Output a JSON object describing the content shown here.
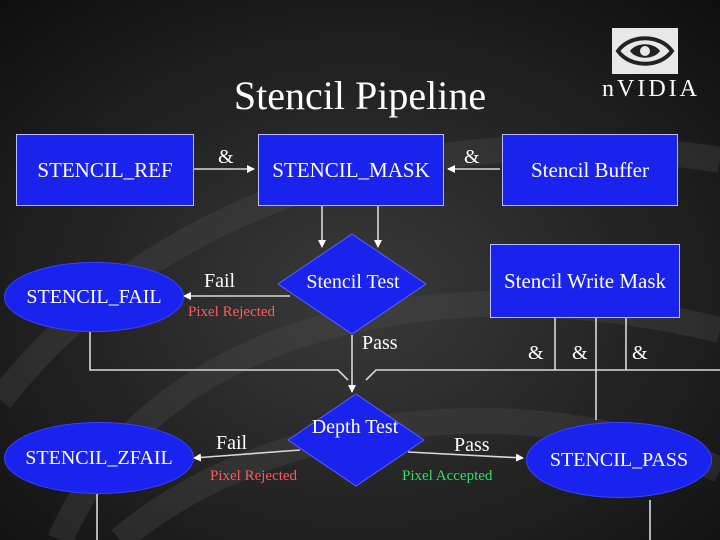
{
  "title": "Stencil Pipeline",
  "logo": {
    "text": "nVIDIA",
    "icon": "nvidia-eye-icon"
  },
  "nodes": {
    "stencil_ref": "STENCIL_REF",
    "stencil_mask": "STENCIL_MASK",
    "stencil_buffer": "Stencil Buffer",
    "stencil_fail": "STENCIL_FAIL",
    "stencil_test": "Stencil Test",
    "stencil_write_mask": "Stencil Write Mask",
    "depth_test": "Depth Test",
    "stencil_zfail": "STENCIL_ZFAIL",
    "stencil_pass": "STENCIL_PASS"
  },
  "labels": {
    "and_ref_mask": "&",
    "and_mask_buffer": "&",
    "stencil_fail": "Fail",
    "stencil_rejected": "Pixel Rejected",
    "stencil_pass": "Pass",
    "and_1": "&",
    "and_2": "&",
    "and_3": "&",
    "depth_fail": "Fail",
    "depth_rejected": "Pixel Rejected",
    "depth_pass": "Pass",
    "depth_accepted": "Pixel Accepted"
  },
  "colors": {
    "node_fill": "#1a22ee",
    "wire": "#d8d8d8",
    "rejected_text": "#ff5a5a",
    "accepted_text": "#33dd66",
    "background": "#1a1a1a"
  }
}
